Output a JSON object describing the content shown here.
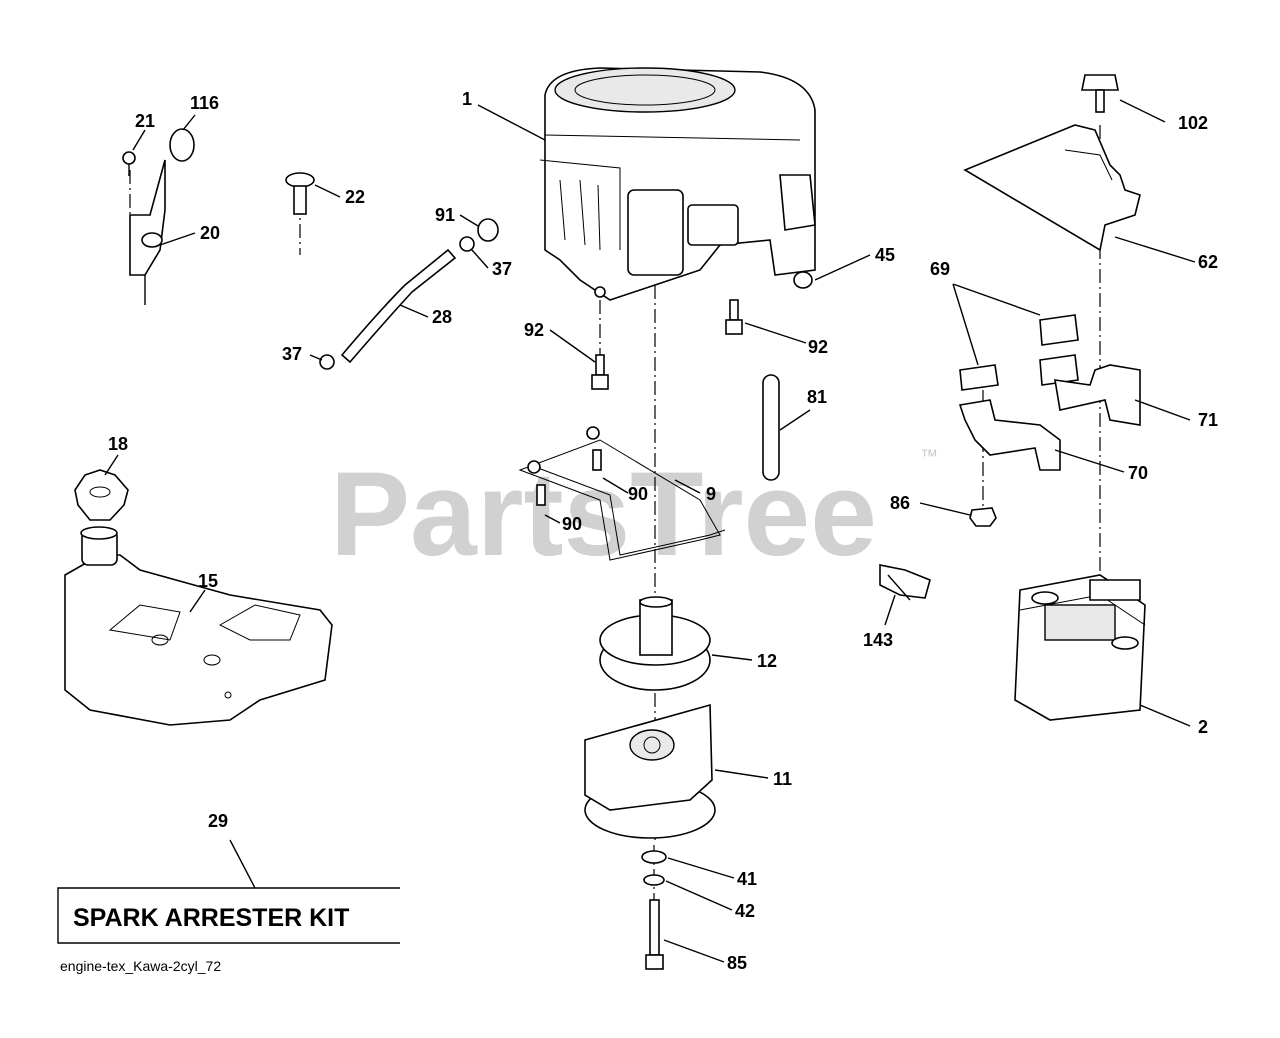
{
  "watermark": {
    "text": "PartsTree",
    "trademark": "™"
  },
  "kit_label": "SPARK ARRESTER KIT",
  "footer_ref": "engine-tex_Kawa-2cyl_72",
  "callouts": {
    "c1": "1",
    "c2": "2",
    "c9": "9",
    "c11": "11",
    "c12": "12",
    "c15": "15",
    "c18": "18",
    "c20": "20",
    "c21": "21",
    "c22": "22",
    "c28": "28",
    "c29": "29",
    "c37a": "37",
    "c37b": "37",
    "c41": "41",
    "c42": "42",
    "c45": "45",
    "c62": "62",
    "c69": "69",
    "c70": "70",
    "c71": "71",
    "c81": "81",
    "c85": "85",
    "c86": "86",
    "c90a": "90",
    "c90b": "90",
    "c91": "91",
    "c92a": "92",
    "c92b": "92",
    "c102": "102",
    "c116": "116",
    "c143": "143"
  }
}
